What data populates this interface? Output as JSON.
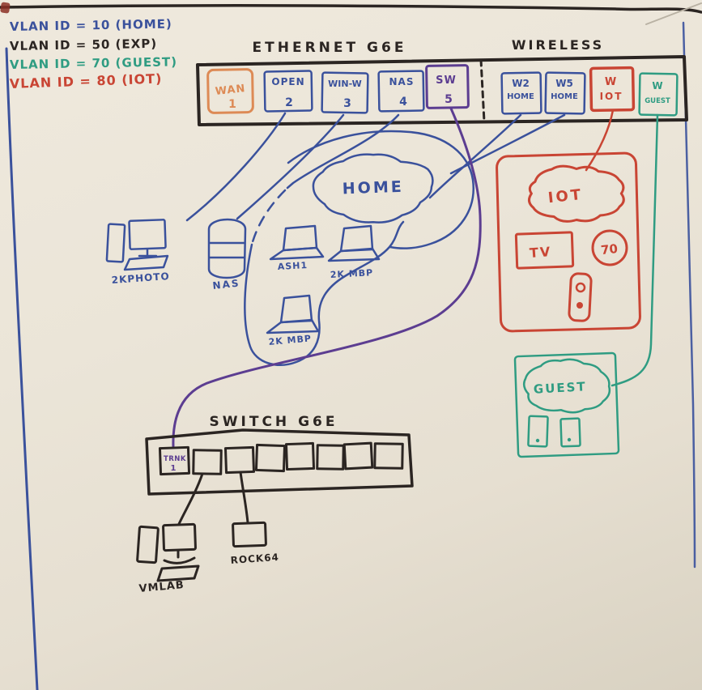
{
  "colors": {
    "marker_blue": "#3a519c",
    "marker_black": "#2b2522",
    "marker_teal": "#2f9c82",
    "marker_red": "#c94534",
    "marker_orange": "#dd8a55",
    "marker_purple": "#5c3d91",
    "board": "#ebe5d8"
  },
  "legend": {
    "items": [
      {
        "text": "VLAN ID = 10 (HOME)",
        "color": "#3a519c"
      },
      {
        "text": "VLAN ID = 50 (EXP)",
        "color": "#2b2522"
      },
      {
        "text": "VLAN ID = 70 (GUEST)",
        "color": "#2f9c82"
      },
      {
        "text": "VLAN ID = 80 (IOT)",
        "color": "#c94534"
      }
    ]
  },
  "router": {
    "ethernet_title": "ETHERNET G6E",
    "wireless_title": "WIRELESS",
    "ports": [
      {
        "line1": "WAN",
        "line2": "1"
      },
      {
        "line1": "OPEN",
        "line2": "2"
      },
      {
        "line1": "WIN-W",
        "line2": "3"
      },
      {
        "line1": "NAS",
        "line2": "4"
      },
      {
        "line1": "SW",
        "line2": "5"
      },
      {
        "line1": "W2",
        "line2": "HOME"
      },
      {
        "line1": "W5",
        "line2": "HOME"
      },
      {
        "line1": "W",
        "line2": "IOT"
      },
      {
        "line1": "W",
        "line2": "GUEST"
      }
    ]
  },
  "home": {
    "cloud_label": "HOME"
  },
  "devices": {
    "workstation": "2KPHOTO",
    "nas": "NAS",
    "laptop1": "ASH1",
    "laptop2": "2K MBP",
    "laptop3": "2K MBP"
  },
  "iot": {
    "cloud_label": "IOT",
    "tv_label": "TV",
    "badge": "70"
  },
  "guest": {
    "cloud_label": "GUEST"
  },
  "switch": {
    "title": "SWITCH G6E",
    "trunk_line1": "TRNK",
    "trunk_line2": "1"
  },
  "bottom_devices": {
    "vmlab": "VMLAB",
    "rock64": "ROCK64"
  }
}
